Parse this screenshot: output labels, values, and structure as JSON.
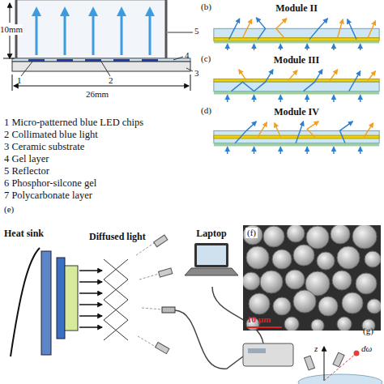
{
  "diagram": {
    "nodes": [
      {
        "text": [
          "Module II"
        ]
      },
      {
        "text": [
          "Module III"
        ]
      },
      {
        "text": [
          "Module IV"
        ]
      },
      {
        "text": [
          "Heat sink"
        ]
      },
      {
        "text": [
          "Laptop"
        ]
      }
    ],
    "labels": [
      "10mm",
      "5",
      "4",
      "3",
      "1",
      "2",
      "26mm",
      "1 Micro-patterned blue LED chips",
      "2 Collimated blue light",
      "3 Ceramic substrate",
      "4 Gel layer",
      "5 Reflector",
      "6 Phosphor-silcone gel",
      "7 Polycarbonate layer",
      "(b)",
      "(c)",
      "(d)",
      "(e)",
      "Diffused light",
      "(f)",
      "10 μm",
      "(g)",
      "z",
      "dω"
    ]
  }
}
